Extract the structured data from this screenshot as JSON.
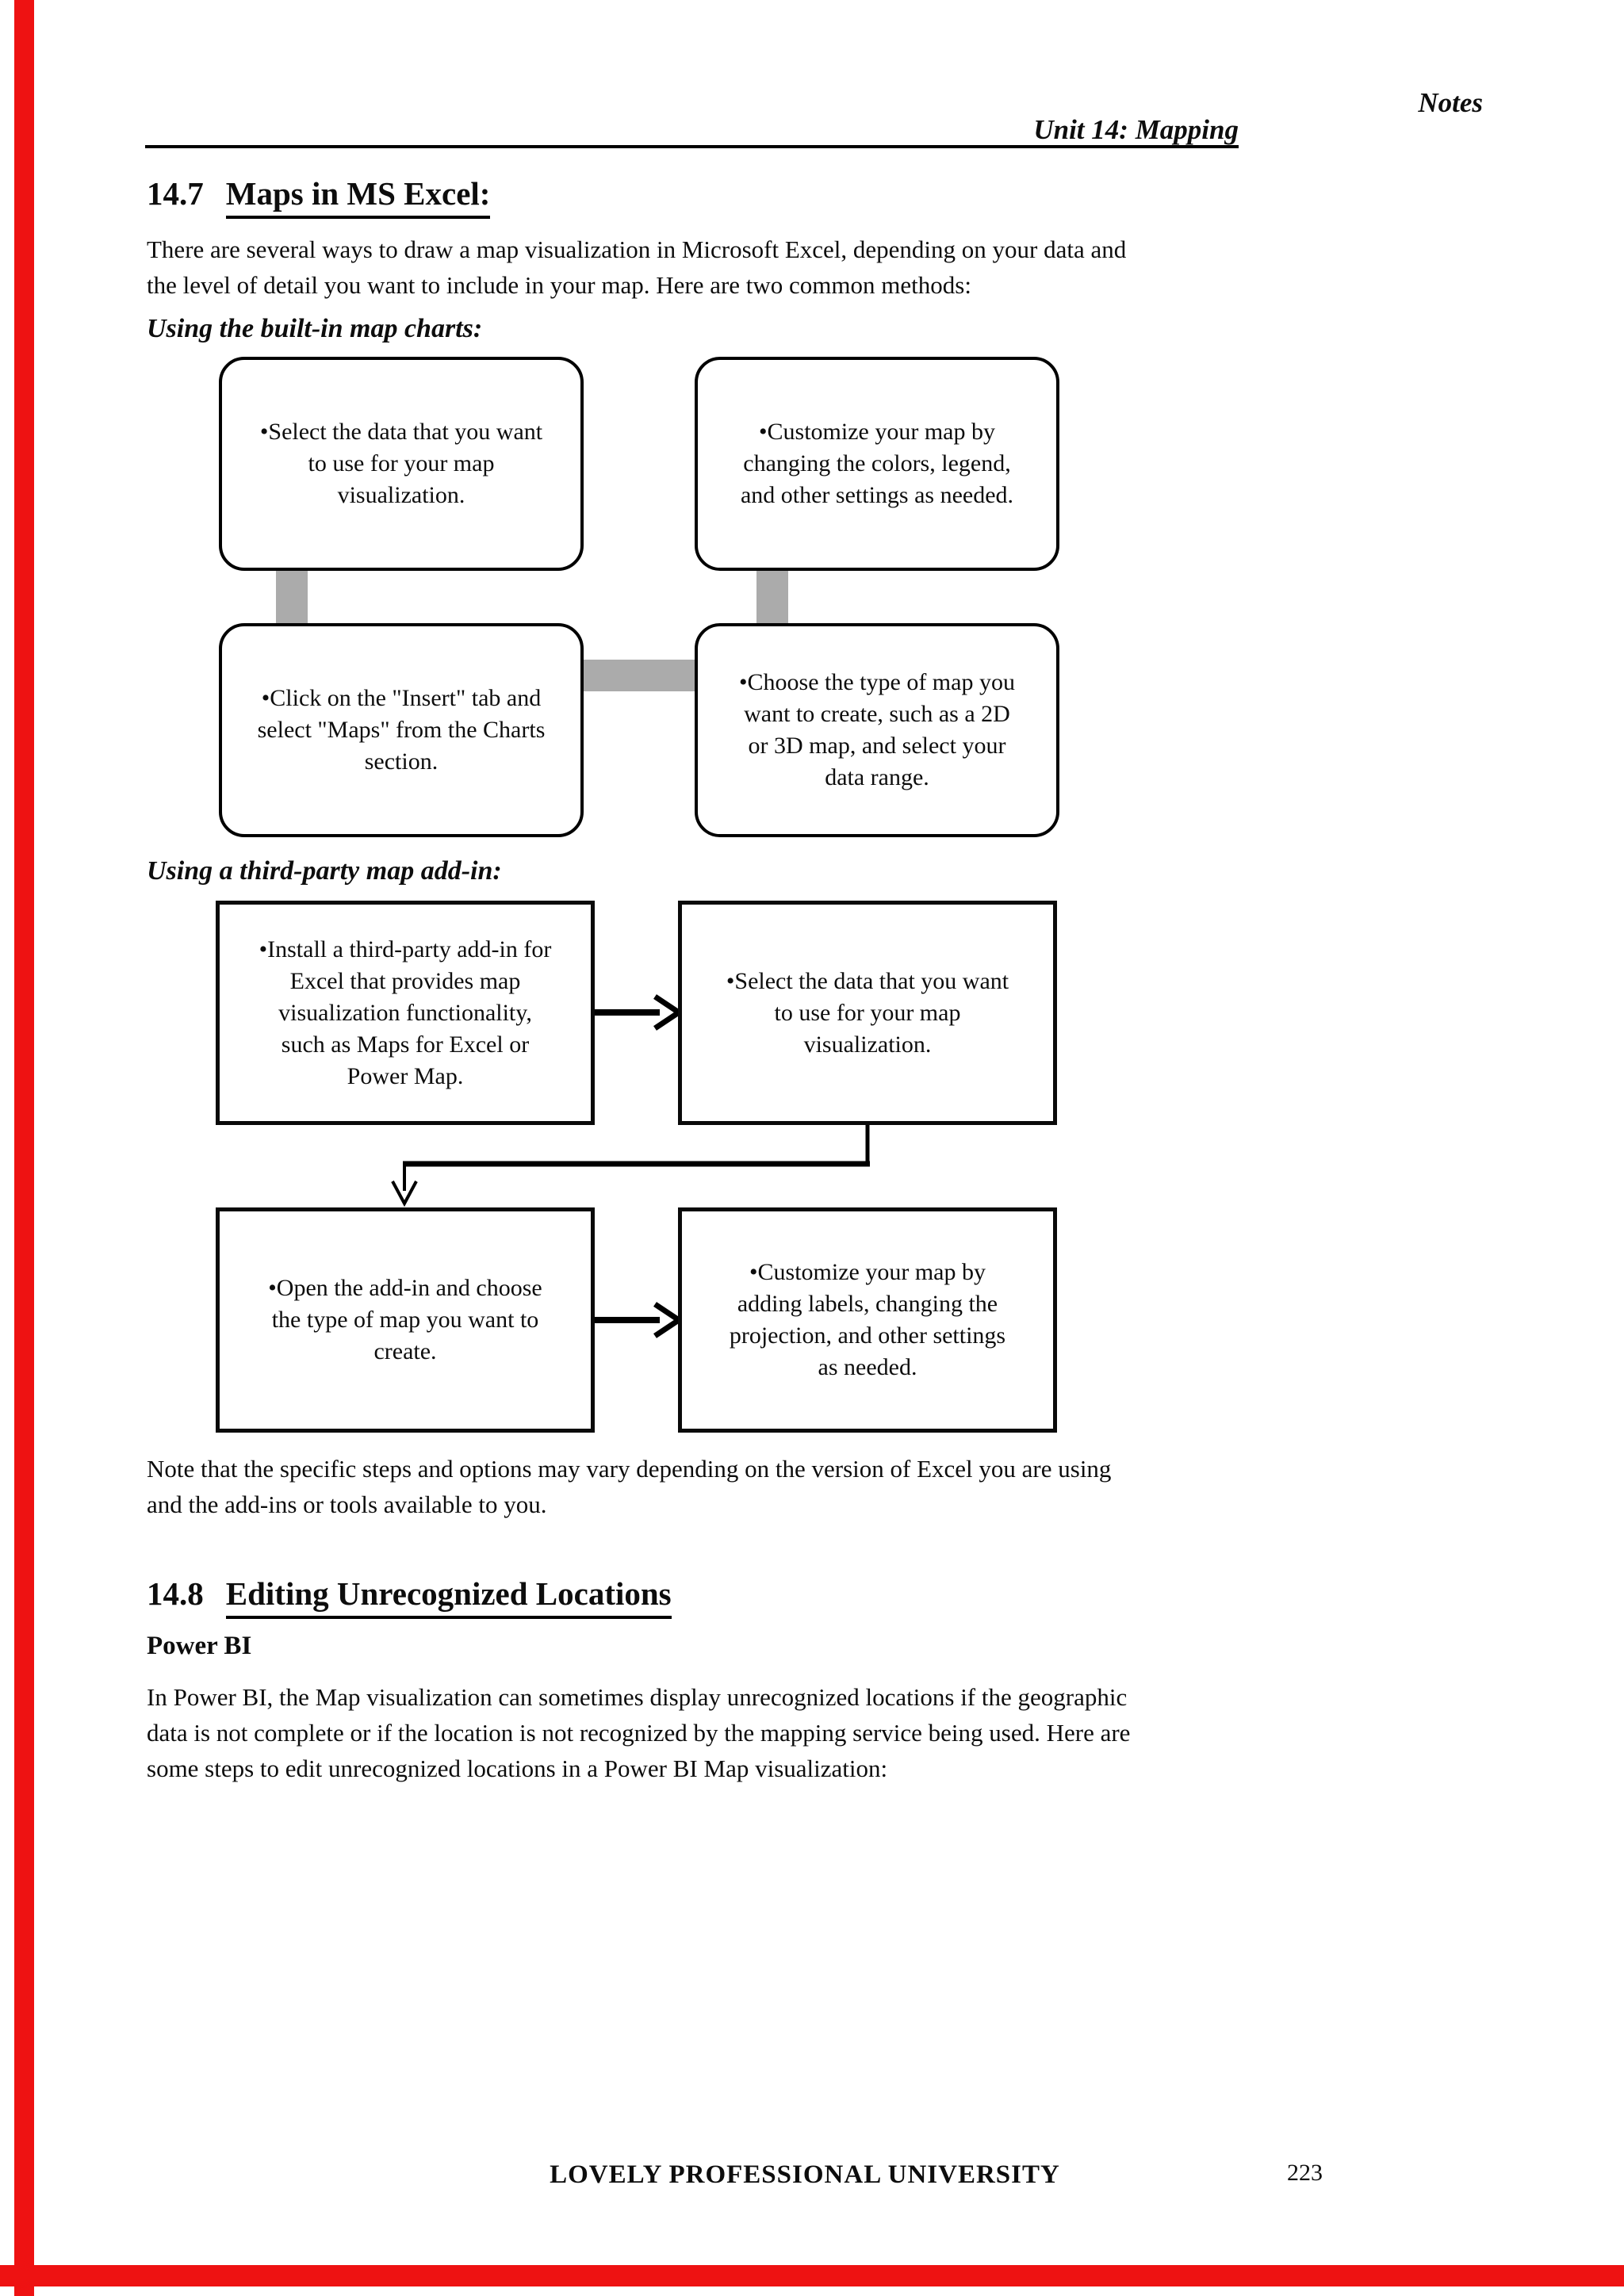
{
  "page": {
    "notes_label": "Notes",
    "running_header": "Unit 14: Mapping",
    "footer": {
      "institution": "LOVELY PROFESSIONAL UNIVERSITY",
      "page_number": "223"
    }
  },
  "section_14_7": {
    "number": "14.7",
    "title": "Maps in MS Excel:",
    "intro": "There are several ways to draw a map visualization in Microsoft Excel, depending on your data and\nthe level of detail you want to include in your map. Here are two common methods:",
    "builtin_heading": "Using the built-in map charts:",
    "builtin_steps": {
      "step1": "•Select the data that you want\nto use for your map\nvisualization.",
      "step2": "•Customize your map by\nchanging the colors, legend,\nand other settings as needed.",
      "step3": "•Click on the \"Insert\" tab and\nselect \"Maps\" from the Charts\nsection.",
      "step4": "•Choose the type of map you\nwant to create, such as a 2D\nor 3D map, and select your\ndata range."
    },
    "addin_heading": "Using a third-party map add-in:",
    "addin_steps": {
      "step1": "•Install a third-party add-in for\nExcel that provides map\nvisualization functionality,\nsuch as Maps for Excel or\nPower Map.",
      "step2": "•Select the data that you want\nto use for your map\nvisualization.",
      "step3": "•Open the add-in and choose\nthe type of map you want to\ncreate.",
      "step4": "•Customize your map by\nadding labels, changing the\nprojection, and other settings\nas needed."
    },
    "note": "Note that the specific steps and options may vary depending on the version of Excel you are using\nand the add-ins or tools available to you."
  },
  "section_14_8": {
    "number": "14.8",
    "title": "Editing Unrecognized Locations",
    "subheading": "Power BI",
    "body": "In Power BI, the Map visualization can sometimes display unrecognized locations if the geographic\ndata is not complete or if the location is not recognized by the mapping service being used. Here are\nsome steps to edit unrecognized locations in a Power BI Map visualization:"
  },
  "colors": {
    "edge_red": "#ee1212",
    "connector_gray": "#ababab",
    "text_black": "#0d0d0d"
  }
}
